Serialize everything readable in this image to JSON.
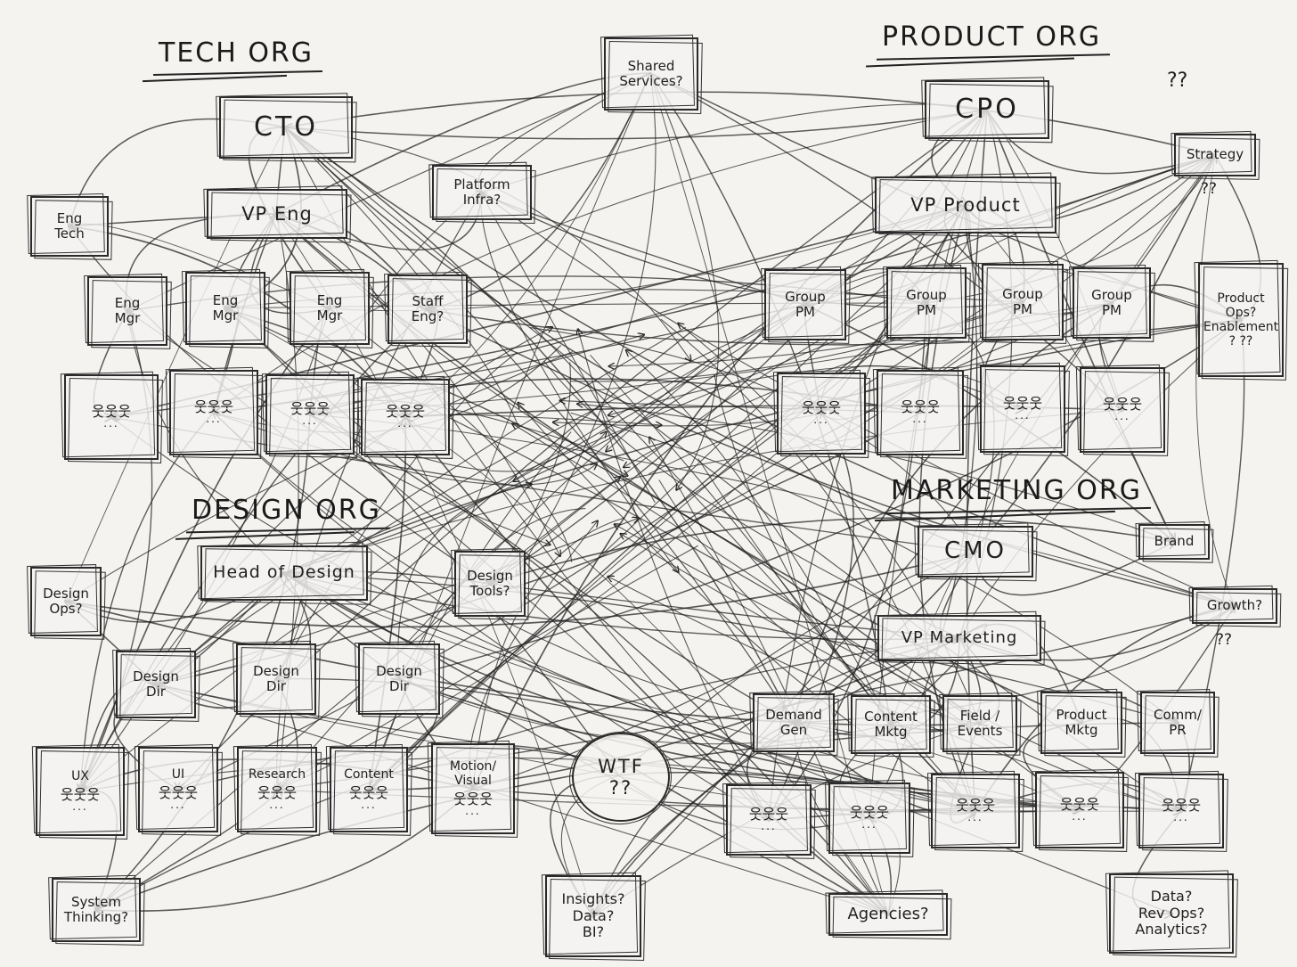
{
  "orgs": {
    "tech": "TECH ORG",
    "product": "PRODUCT ORG",
    "design": "DESIGN ORG",
    "marketing": "MARKETING ORG"
  },
  "roles": {
    "cto": "CTO",
    "vp_eng": "VP Eng",
    "eng_tech": "Eng\nTech",
    "eng_mgr": "Eng\nMgr",
    "staff_eng": "Staff\nEng?",
    "platform_infra": "Platform\nInfra?",
    "shared_services": "Shared\nServices?",
    "cpo": "CPO",
    "vp_product": "VP Product",
    "strategy": "Strategy",
    "group_pm": "Group\nPM",
    "product_ops": "Product\nOps?\nEnablement\n? ??",
    "head_of_design": "Head of Design",
    "design_ops": "Design\nOps?",
    "design_tools": "Design\nTools?",
    "design_dir": "Design\nDir",
    "ux": "UX",
    "ui": "UI",
    "research": "Research",
    "content": "Content",
    "motion": "Motion/\nVisual",
    "system_thinking": "System\nThinking?",
    "cmo": "CMO",
    "brand": "Brand",
    "growth": "Growth?",
    "vp_marketing": "VP Marketing",
    "demand_gen": "Demand\nGen",
    "content_mktg": "Content\nMktg",
    "field_events": "Field /\nEvents",
    "product_mktg": "Product\nMktg",
    "comm_pr": "Comm/\nPR",
    "wtf": "WTF\n??",
    "insights": "Insights?\nData?\nBI?",
    "agencies": "Agencies?",
    "data_rev_ops": "Data?\nRev Ops?\nAnalytics?"
  },
  "notes": {
    "q_top_right": "??",
    "q_strategy": "??",
    "q_growth": "??"
  },
  "team_glyph": "웃웃웃",
  "team_dots": "...",
  "colors": {
    "ink": "#1e1e1e",
    "paper": "#f4f3f0"
  }
}
